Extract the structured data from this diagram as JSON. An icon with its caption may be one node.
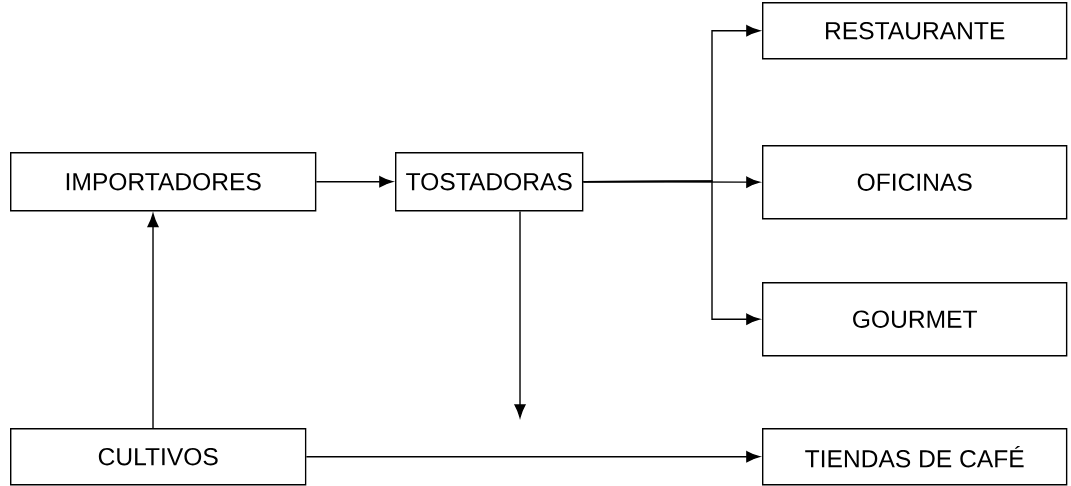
{
  "diagram": {
    "nodes": [
      {
        "text": [
          "IMPORTADORES"
        ]
      },
      {
        "text": [
          "TOSTADORAS"
        ]
      },
      {
        "text": [
          "RESTAURANTE"
        ]
      },
      {
        "text": [
          "OFICINAS"
        ]
      },
      {
        "text": [
          "GOURMET"
        ]
      },
      {
        "text": [
          "CULTIVOS"
        ]
      },
      {
        "text": [
          "TIENDAS DE CAFÉ"
        ]
      }
    ],
    "edges": [
      {
        "from": 0,
        "to": 1,
        "arrow": "to"
      },
      {
        "from": 1,
        "to": 2,
        "arrow": "to"
      },
      {
        "from": 1,
        "to": 3,
        "arrow": "to"
      },
      {
        "from": 1,
        "to": 4,
        "arrow": "to"
      },
      {
        "from": 1,
        "to": null,
        "arrow": "to"
      },
      {
        "from": 5,
        "to": 0,
        "arrow": "to"
      },
      {
        "from": 5,
        "to": 6,
        "arrow": "to"
      }
    ]
  }
}
